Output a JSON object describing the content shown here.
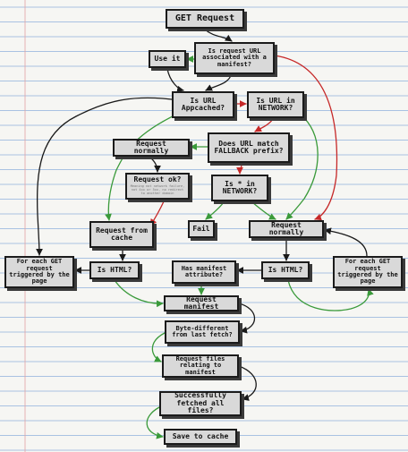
{
  "nodes": {
    "get_request": "GET Request",
    "associated_manifest": "Is request URL associated with a manifest?",
    "use_it": "Use it",
    "url_appcached": "Is URL Appcached?",
    "url_in_network": "Is URL in NETWORK?",
    "request_normally_left": "Request normally",
    "fallback_prefix": "Does URL match FALLBACK prefix?",
    "request_ok": "Request ok?",
    "request_ok_fine": "Meaning not network failure, not 4xx or 5xx, no redirect to another domain",
    "star_in_network": "Is * in NETWORK?",
    "request_from_cache": "Request from cache",
    "fail": "Fail",
    "request_normally_right": "Request normally",
    "each_get_left": "For each GET request triggered by the page",
    "is_html_left": "Is HTML?",
    "has_manifest_attr": "Has manifest attribute?",
    "is_html_right": "Is HTML?",
    "each_get_right": "For each GET request triggered by the page",
    "request_manifest": "Request manifest",
    "byte_different": "Byte-different from last fetch?",
    "request_files": "Request files relating to manifest",
    "successfully_fetched": "Successfully fetched all files?",
    "save_to_cache": "Save to cache"
  },
  "colors": {
    "yes": "#3a9a3a",
    "no": "#c62828",
    "neutral": "#1a1a1a",
    "rule_line": "#a9c2e2",
    "margin_line": "#e3a3a3",
    "box_fill": "#d9d9d9"
  }
}
